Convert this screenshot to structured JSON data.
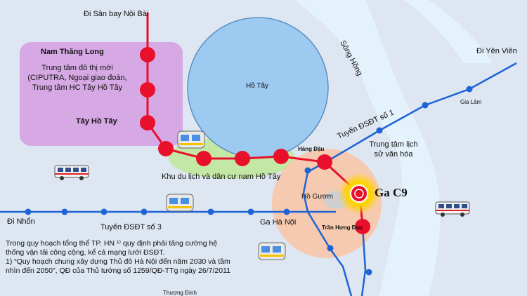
{
  "labels": {
    "airport": "Đi Sân bay Nội Bài",
    "nam_thang_long": "Nam Thăng Long",
    "urban_center": "Trung tâm đô thị mới\n(CIPUTRA, Ngoại giao đoàn,\nTrung tâm HC Tây Hồ Tây",
    "tay_ho_tay": "Tây Hồ Tây",
    "ho_tay": "Hồ Tây",
    "song_hong": "Sông Hồng",
    "yen_vien": "Đi Yên Viên",
    "gia_lam": "Gia Lâm",
    "line1": "Tuyến ĐSĐT số 1",
    "hang_dau": "Hàng Đậu",
    "historic_center": "Trung tâm lịch\nsử văn hóa",
    "tourism": "Khu du lịch và dân cư nam Hồ Tây",
    "ho_guom": "Hồ Gươm",
    "ga_c9": "Ga C9",
    "di_nhon": "Đi Nhổn",
    "line3": "Tuyến ĐSĐT số 3",
    "ga_ha_noi": "Ga Hà Nội",
    "tran_hung_dao": "Trần Hưng Đạo",
    "thuong_dinh": "Thượng Đình"
  },
  "note": {
    "line1": "Trong  quy hoạch tổng thể TP. HN ¹⁾ quy định phải tăng cường hệ thống vận tải công cộng, kể cả mạng lưới ĐSĐT.",
    "line2": " 1) “Quy hoạch chung xây dựng Thủ đô Hà Nội đến năm 2030 và tầm nhìn đến 2050”, QĐ của Thủ tướng số 1259/QĐ-TTg ngày 26/7/2011"
  },
  "colors": {
    "line2_red": "#e8102a",
    "line_blue": "#1e63d6",
    "lake": "#9cc9ef",
    "river": "#e2f2fb",
    "purple_zone": "#d3a6e2",
    "green_zone": "#bfe59a",
    "orange_zone": "#f7c4a6"
  },
  "icons": [
    "train-icon",
    "bus-icon"
  ]
}
